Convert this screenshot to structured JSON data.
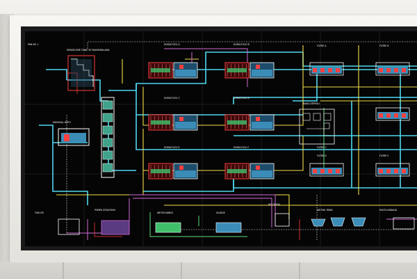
{
  "panel": {
    "labels": [
      "PAN NO 1",
      "DENGELEME TANKI VE MANYAMALAMA",
      "DURULTUCU A",
      "DURULTUCU B",
      "FILTRE A",
      "FILTRE B",
      "DURULTUCU C",
      "DURULTUCU D",
      "NAKIL DEPOSU",
      "FILTRE C",
      "DURULTUCU E",
      "DURULTUCU F",
      "FILTRE D",
      "FILTRE E",
      "KIMYASAL DEPO",
      "POMPA ISTASYONU",
      "ARITIM KABINI",
      "SLUDGE",
      "HIZ DOZAJ",
      "ARITMA TANKI",
      "MULTILONDALIK",
      "TAHLIYE"
    ]
  }
}
